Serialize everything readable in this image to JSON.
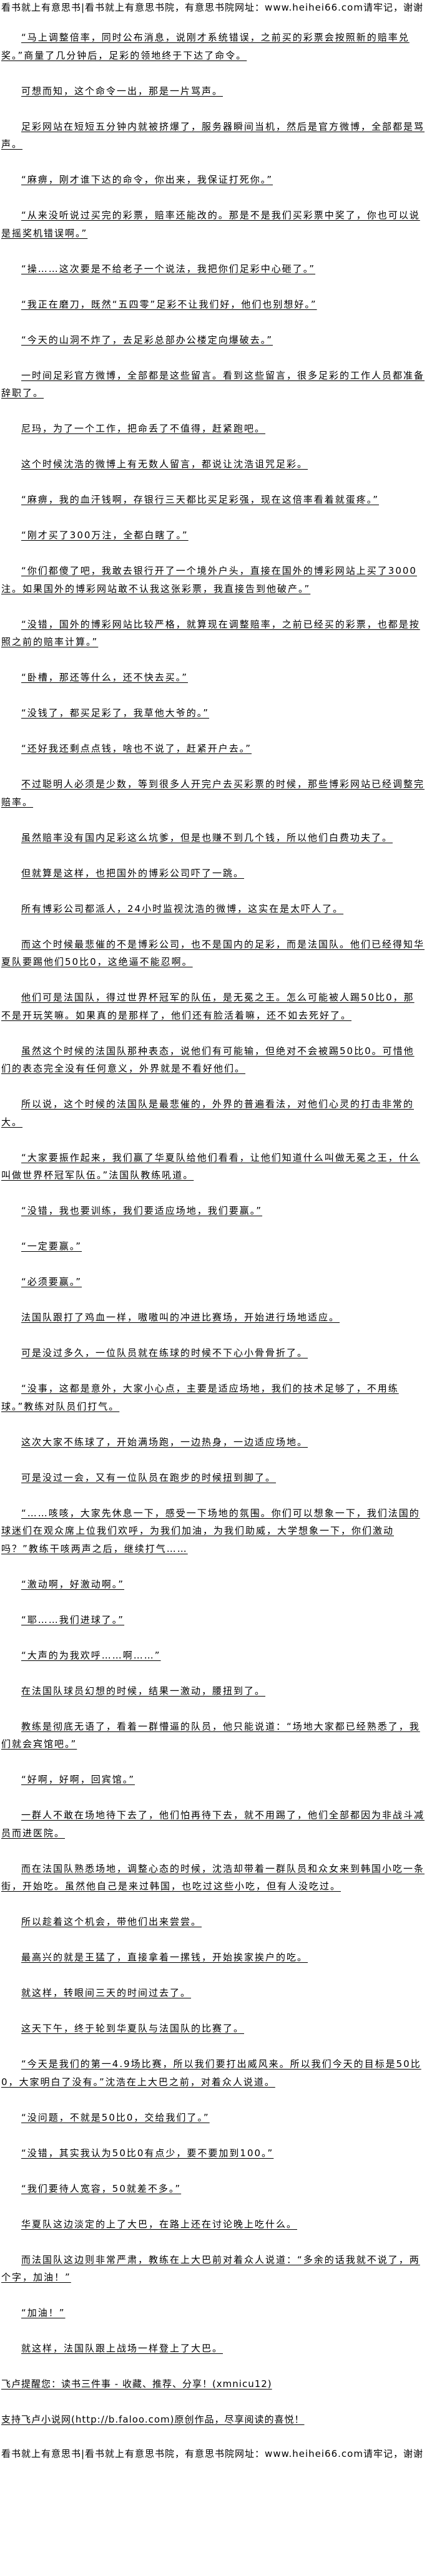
{
  "site_banner": "看书就上有意思书|看书就上有意思书院，有意思书院网址：www.heihei66.com请牢记，谢谢",
  "paragraphs": [
    "“马上调整倍率，同时公布消息，说刚才系统错误，之前买的彩票会按照新的赔率兑奖。”商量了几分钟后，足彩的领地终于下达了命令。",
    "可想而知，这个命令一出，那是一片骂声。",
    "足彩网站在短短五分钟内就被挤爆了，服务器瞬间当机，然后是官方微博，全部都是骂声。",
    "“麻痹，刚才谁下达的命令，你出来，我保证打死你。”",
    "“从来没听说过买完的彩票，赔率还能改的。那是不是我们买彩票中奖了，你也可以说是摇奖机错误啊。”",
    "“操……这次要是不给老子一个说法，我把你们足彩中心砸了。”",
    "“我正在磨刀，既然“五四零”足彩不让我们好，他们也别想好。”",
    "“今天的山洞不炸了，去足彩总部办公楼定向爆破去。”",
    "一时间足彩官方微博，全部都是这些留言。看到这些留言，很多足彩的工作人员都准备辞职了。",
    "尼玛，为了一个工作，把命丢了不值得，赶紧跑吧。",
    "这个时候沈浩的微博上有无数人留言，都说让沈浩诅咒足彩。",
    "“麻痹，我的血汗钱啊，存银行三天都比买足彩强，现在这倍率看着就蛋疼。”",
    "“刚才买了300万注，全都白瞎了。”",
    "“你们都傻了吧，我敢去银行开了一个境外户头，直接在国外的博彩网站上买了3000注。如果国外的博彩网站敢不认我这张彩票，我直接告到他破产。”",
    "“没错，国外的博彩网站比较严格，就算现在调整赔率，之前已经买的彩票，也都是按照之前的赔率计算。”",
    "“卧槽，那还等什么，还不快去买。”",
    "“没钱了，都买足彩了，我草他大爷的。”",
    "“还好我还剩点点钱，啥也不说了，赶紧开户去。”",
    "不过聪明人必须是少数，等到很多人开完户去买彩票的时候，那些博彩网站已经调整完赔率。",
    "虽然赔率没有国内足彩这么坑爹，但是也赚不到几个钱，所以他们白费功夫了。",
    "但就算是这样，也把国外的博彩公司吓了一跳。",
    "所有博彩公司都派人，24小时监视沈浩的微博，这实在是太吓人了。",
    "而这个时候最悲催的不是博彩公司，也不是国内的足彩，而是法国队。他们已经得知华夏队要踢他们50比0，这绝逼不能忍啊。",
    "他们可是法国队，得过世界杯冠军的队伍，是无冕之王。怎么可能被人踢50比0，那不是开玩笑嘛。如果真的是那样了，他们还有脸活着嘛，还不如去死好了。",
    "虽然这个时候的法国队那种表态，说他们有可能输，但绝对不会被踢50比0。可惜他们的表态完全没有任何意义，外界就是不看好他们。",
    "所以说，这个时候的法国队是最悲催的，外界的普遍看法，对他们心灵的打击非常的大。",
    "“大家要振作起来，我们赢了华夏队给他们看看，让他们知道什么叫做无冕之王，什么叫做世界杯冠军队伍。”法国队教练吼道。",
    "“没错，我也要训练，我们要适应场地，我们要赢。”",
    "“一定要赢。”",
    "“必须要赢。”",
    "法国队跟打了鸡血一样，嗷嗷叫的冲进比赛场，开始进行场地适应。",
    "可是没过多久，一位队员就在练球的时候不下心小骨骨折了。",
    "“没事，这都是意外，大家小心点，主要是适应场地，我们的技术足够了，不用练球。”教练对队员们打气。",
    "这次大家不练球了，开始满场跑，一边热身，一边适应场地。",
    "可是没过一会，又有一位队员在跑步的时候扭到脚了。",
    "“……咳咳，大家先休息一下，感受一下场地的氛围。你们可以想象一下，我们法国的球迷们在观众席上位我们欢呼，为我们加油，为我们助威，大学想象一下，你们激动吗？”教练干咳两声之后，继续打气……",
    "“激动啊，好激动啊。”",
    "“耶……我们进球了。”",
    "“大声的为我欢呼……啊……”",
    "在法国队球员幻想的时候，结果一激动，腰扭到了。",
    "教练是彻底无语了，看着一群懵逼的队员，他只能说道：“场地大家都已经熟悉了，我们就会宾馆吧。”",
    "“好啊，好啊，回宾馆。”",
    "一群人不敢在场地待下去了，他们怕再待下去，就不用踢了，他们全部都因为非战斗减员而进医院。",
    "而在法国队熟悉场地，调整心态的时候，沈浩却带着一群队员和众女来到韩国小吃一条街，开始吃。虽然他自己是来过韩国，也吃过这些小吃，但有人没吃过。",
    "所以趁着这个机会，带他们出来尝尝。",
    "最高兴的就是王猛了，直接拿着一摞钱，开始挨家挨户的吃。",
    "就这样，转眼间三天的时间过去了。",
    "这天下午，终于轮到华夏队与法国队的比赛了。",
    "“今天是我们的第一4.9场比赛，所以我们要打出威风来。所以我们今天的目标是50比0，大家明白了没有。”沈浩在上大巴之前，对着众人说道。",
    "“没问题，不就是50比0，交给我们了。”",
    "“没错，其实我认为50比0有点少，要不要加到100。”",
    "“我们要待人宽容，50就差不多。”",
    "华夏队这边淡定的上了大巴，在路上还在讨论晚上吃什么。",
    "而法国队这边则非常严肃，教练在上大巴前对着众人说道：“多余的话我就不说了，两个字，加油！”",
    "“加油！”",
    "就这样，法国队跟上战场一样登上了大巴。"
  ],
  "footer": {
    "reminder": "飞卢提醒您：读书三件事 - 收藏、推荐、分享！(xmnicu12)",
    "support": "支持飞卢小说网(http://b.faloo.com)原创作品，尽享阅读的喜悦！",
    "site_banner": "看书就上有意思书|看书就上有意思书院，有意思书院网址：www.heihei66.com请牢记，谢谢"
  }
}
